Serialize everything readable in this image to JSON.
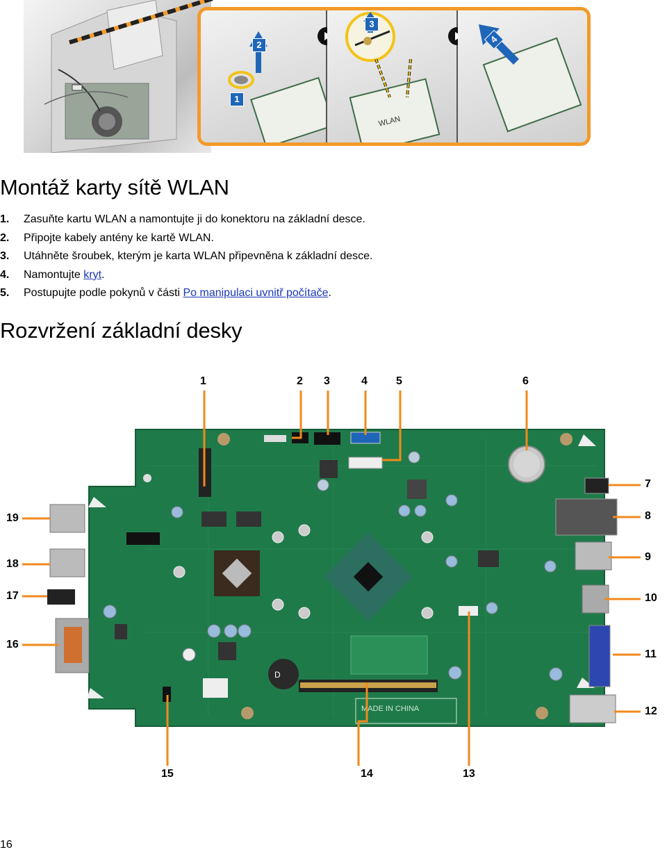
{
  "figure_top": {
    "step_badges": [
      "1",
      "2",
      "3",
      "4"
    ],
    "card_label": "WLAN"
  },
  "section1": {
    "title": "Montáž karty sítě WLAN",
    "steps": [
      {
        "num": "1.",
        "text": "Zasuňte kartu WLAN a namontujte ji do konektoru na základní desce."
      },
      {
        "num": "2.",
        "text": "Připojte kabely antény ke kartě WLAN."
      },
      {
        "num": "3.",
        "text": "Utáhněte šroubek, kterým je karta WLAN připevněna k základní desce."
      },
      {
        "num": "4.",
        "text": "Namontujte ",
        "link": "kryt",
        "after": "."
      },
      {
        "num": "5.",
        "text": "Postupujte podle pokynů v části ",
        "link": "Po manipulaci uvnitř počítače",
        "after": "."
      }
    ]
  },
  "section2": {
    "title": "Rozvržení základní desky"
  },
  "board": {
    "callouts_top": [
      "1",
      "2",
      "3",
      "4",
      "5",
      "6"
    ],
    "callouts_right": [
      "7",
      "8",
      "9",
      "10",
      "11",
      "12"
    ],
    "callouts_bottom": [
      "15",
      "14",
      "13"
    ],
    "callouts_left": [
      "19",
      "18",
      "17",
      "16"
    ],
    "marking": "MADE IN CHINA"
  },
  "page_number": "16",
  "colors": {
    "accent_orange": "#f39a2a",
    "pcb_green": "#1f7a4a",
    "link_blue": "#1a36b6",
    "badge_blue": "#1f66b8"
  }
}
